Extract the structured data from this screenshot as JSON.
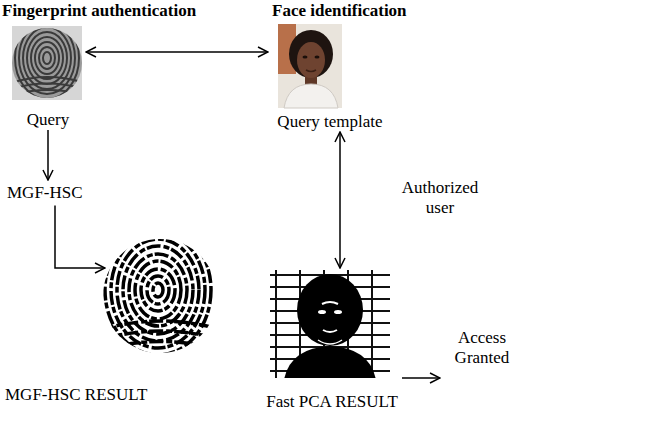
{
  "diagram": {
    "nodes": [
      {
        "text": [
          "Query"
        ]
      },
      {
        "text": [
          "Query template"
        ]
      },
      {
        "text": [
          "MGF-HSC"
        ]
      },
      {
        "text": [
          "MGF-HSC RESULT"
        ]
      },
      {
        "text": [
          "Fast PCA RESULT"
        ]
      },
      {
        "text": [
          "Access Granted"
        ]
      }
    ],
    "edges": [
      {
        "from": 0,
        "to": 1,
        "arrow": "both"
      },
      {
        "from": 0,
        "to": 2,
        "arrow": "to"
      },
      {
        "from": 2,
        "to": 3,
        "arrow": "to"
      },
      {
        "from": 1,
        "to": 4,
        "arrow": "both",
        "label": "Authorized user"
      },
      {
        "from": 4,
        "to": 5,
        "arrow": "to"
      }
    ],
    "labels": [
      "Fingerprint authentication",
      "Face identification"
    ]
  }
}
